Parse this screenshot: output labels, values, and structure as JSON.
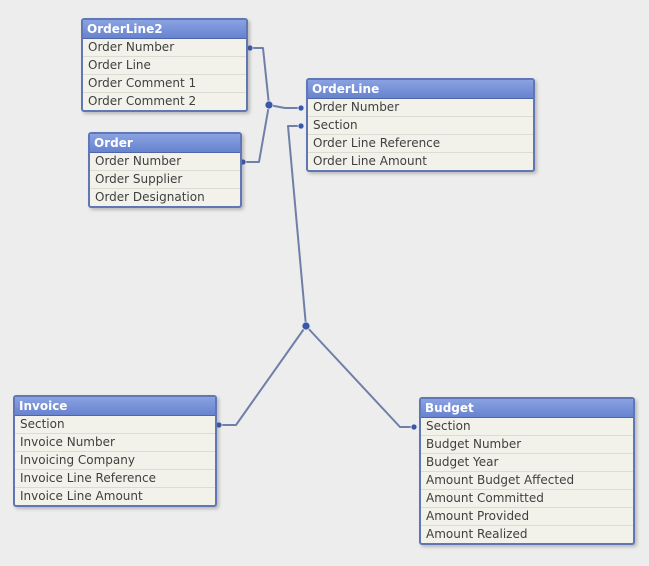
{
  "tables": [
    {
      "name": "OrderLine2",
      "fields": [
        "Order Number",
        "Order Line",
        "Order Comment 1",
        "Order Comment 2"
      ]
    },
    {
      "name": "Order",
      "fields": [
        "Order Number",
        "Order Supplier",
        "Order Designation"
      ]
    },
    {
      "name": "OrderLine",
      "fields": [
        "Order Number",
        "Section",
        "Order Line Reference",
        "Order Line Amount"
      ]
    },
    {
      "name": "Invoice",
      "fields": [
        "Section",
        "Invoice Number",
        "Invoicing Company",
        "Invoice Line Reference",
        "Invoice Line Amount"
      ]
    },
    {
      "name": "Budget",
      "fields": [
        "Section",
        "Budget Number",
        "Budget Year",
        "Amount Budget Affected",
        "Amount Committed",
        "Amount Provided",
        "Amount Realized"
      ]
    }
  ],
  "colors": {
    "link": "#6f7fa8",
    "node": "#3a56a6",
    "title_bg": "#7c95d9",
    "border": "#5f77b5"
  }
}
